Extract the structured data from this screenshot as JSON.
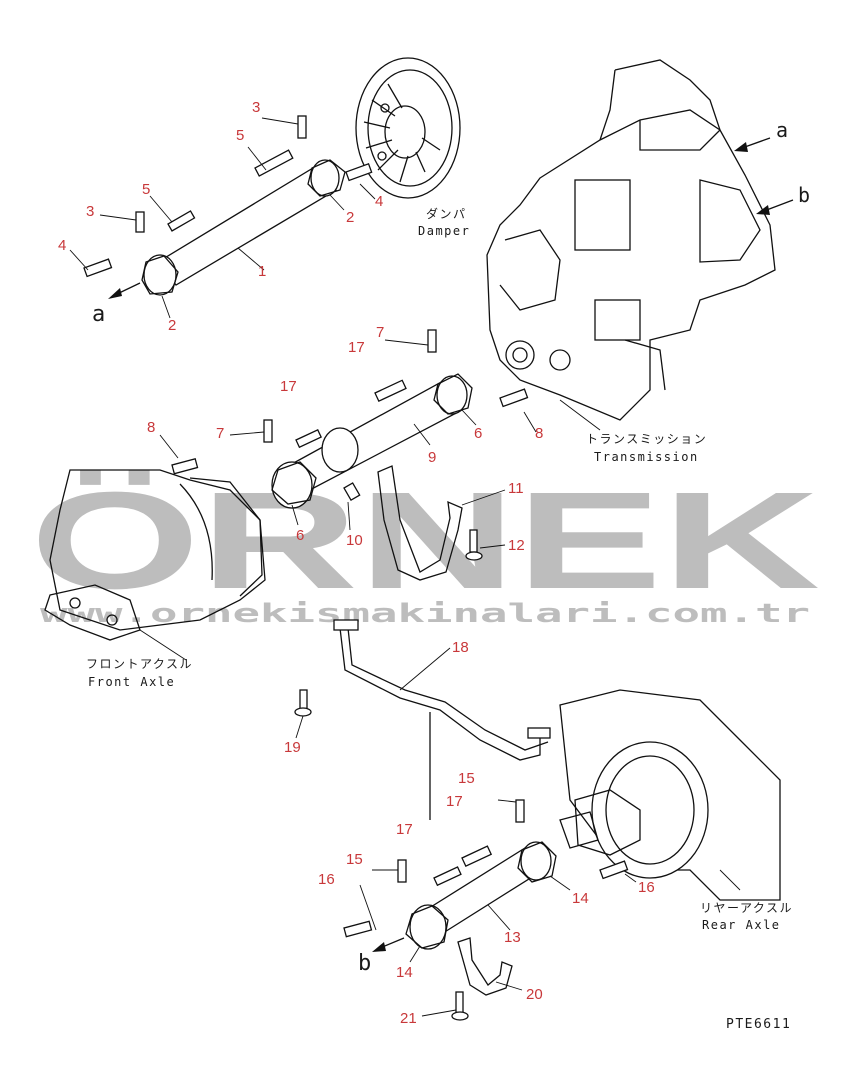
{
  "diagram": {
    "callouts": {
      "n1": "1",
      "n2a": "2",
      "n2b": "2",
      "n3a": "3",
      "n3b": "3",
      "n4a": "4",
      "n4b": "4",
      "n5a": "5",
      "n5b": "5",
      "n6a": "6",
      "n6b": "6",
      "n7a": "7",
      "n7b": "7",
      "n8a": "8",
      "n8b": "8",
      "n9": "9",
      "n10": "10",
      "n11": "11",
      "n12": "12",
      "n13": "13",
      "n14a": "14",
      "n14b": "14",
      "n15a": "15",
      "n15b": "15",
      "n16a": "16",
      "n16b": "16",
      "n17a": "17",
      "n17b": "17",
      "n17c": "17",
      "n17d": "17",
      "n18": "18",
      "n19": "19",
      "n20": "20",
      "n21": "21"
    },
    "letters": {
      "a_left": "a",
      "a_right": "a",
      "b_left": "b",
      "b_right": "b"
    },
    "labels": {
      "damper_jp": "ダンパ",
      "damper_en": "Damper",
      "transmission_jp": "トランスミッション",
      "transmission_en": "Transmission",
      "front_axle_jp": "フロントアクスル",
      "front_axle_en": "Front Axle",
      "rear_axle_jp": "リヤーアクスル",
      "rear_axle_en": "Rear Axle"
    },
    "code": "PTE6611",
    "watermark": {
      "brand": "ÖRNEK",
      "url": "www.ornekismakinalari.com.tr"
    }
  }
}
